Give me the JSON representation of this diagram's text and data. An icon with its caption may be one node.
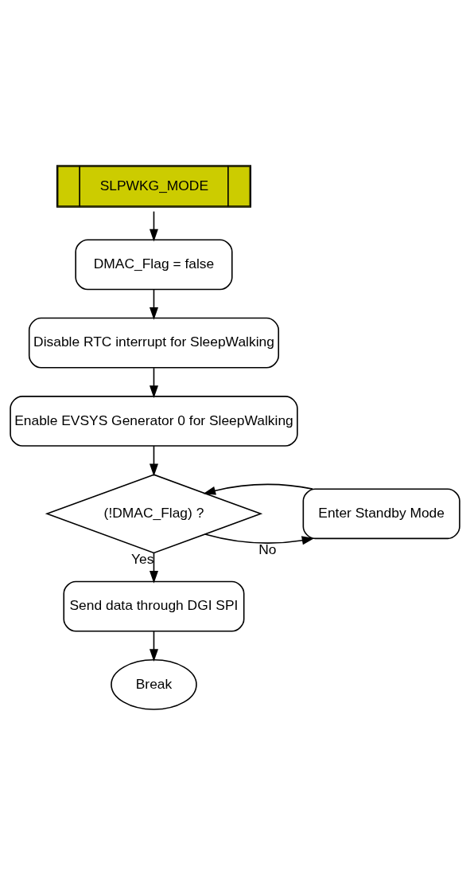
{
  "diagram": {
    "nodes": [
      {
        "text": [
          "SLPWKG_MODE"
        ]
      },
      {
        "text": [
          "DMAC_Flag = false"
        ]
      },
      {
        "text": [
          "Disable RTC interrupt for SleepWalking"
        ]
      },
      {
        "text": [
          "Enable EVSYS Generator 0 for SleepWalking"
        ]
      },
      {
        "text": [
          "Enter Standby Mode"
        ]
      },
      {
        "text": [
          "(!DMAC_Flag) ?"
        ]
      },
      {
        "text": [
          "Send data through DGI SPI"
        ]
      },
      {
        "text": [
          "Break"
        ]
      }
    ],
    "edges": [
      {
        "from": 0,
        "to": 1,
        "arrow": "to"
      },
      {
        "from": 1,
        "to": 2,
        "arrow": "to"
      },
      {
        "from": 2,
        "to": 3,
        "arrow": "to"
      },
      {
        "from": 3,
        "to": 5,
        "arrow": "to"
      },
      {
        "from": 5,
        "to": 4,
        "arrow": "to",
        "label": "No"
      },
      {
        "from": 4,
        "to": 5,
        "arrow": "to"
      },
      {
        "from": 5,
        "to": 6,
        "arrow": "to",
        "label": "Yes"
      },
      {
        "from": 6,
        "to": 7,
        "arrow": "to"
      }
    ]
  }
}
